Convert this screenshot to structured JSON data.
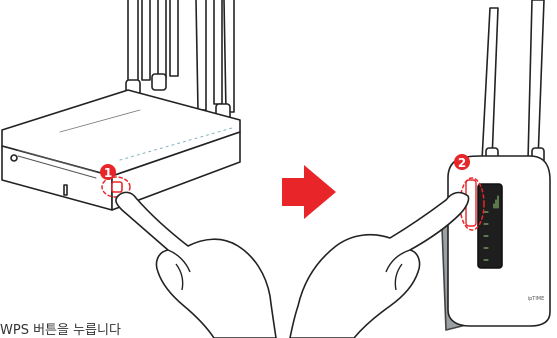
{
  "steps": [
    {
      "number": "1",
      "color": "#e8262a"
    },
    {
      "number": "2",
      "color": "#e8262a"
    }
  ],
  "extender_brand": "ipTIME",
  "caption": "WPS 버튼을 누릅니다",
  "arrow_color": "#e8262a"
}
